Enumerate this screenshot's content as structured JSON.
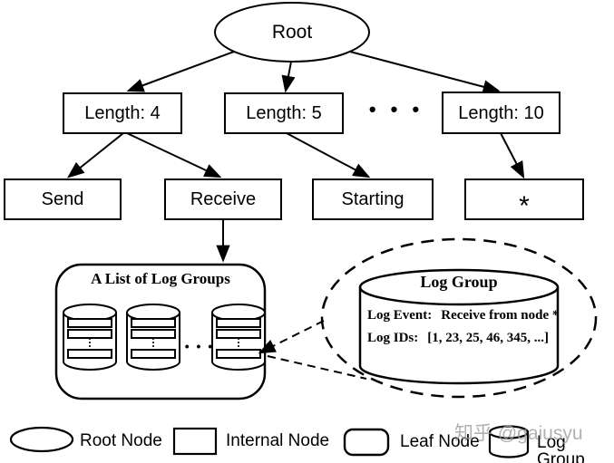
{
  "diagram": {
    "root": {
      "label": "Root"
    },
    "level1": [
      {
        "label": "Length: 4"
      },
      {
        "label": "Length: 5"
      },
      {
        "label": "Length: 10"
      }
    ],
    "level1_ellipsis": "• • •",
    "level2": [
      {
        "label": "Send"
      },
      {
        "label": "Receive"
      },
      {
        "label": "Starting"
      },
      {
        "label": "*"
      }
    ],
    "log_group_list": {
      "title": "A List of Log Groups",
      "ellipsis": "• • •"
    },
    "log_group_detail": {
      "title": "Log Group",
      "event_label": "Log Event:",
      "event_value": "Receive from node *",
      "ids_label": "Log IDs:",
      "ids_value": "[1, 23, 25, 46, 345, ...]"
    },
    "legend": {
      "root": {
        "label": "Root Node",
        "symbol": "ellipse"
      },
      "internal": {
        "label": "Internal Node",
        "symbol": "rectangle"
      },
      "leaf": {
        "label": "Leaf Node",
        "symbol": "rounded-rectangle"
      },
      "log_group": {
        "label": "Log Group",
        "symbol": "cylinder"
      }
    },
    "watermark": "知乎 @gaiusyu"
  },
  "colors": {
    "stroke": "#000000",
    "background": "#ffffff",
    "watermark": "#9e9e9e"
  }
}
